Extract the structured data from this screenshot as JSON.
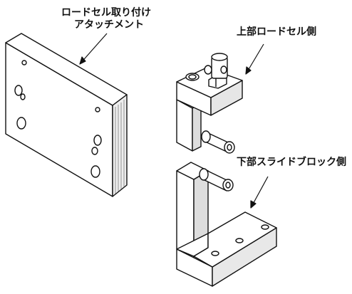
{
  "labels": {
    "attachment_line1": "ロードセル取り付け",
    "attachment_line2": "アタッチメント",
    "upper": "上部ロードセル側",
    "lower": "下部スライドブロック側"
  },
  "colors": {
    "ink": "#111111",
    "shade": "#555555",
    "paper": "#ffffff"
  }
}
